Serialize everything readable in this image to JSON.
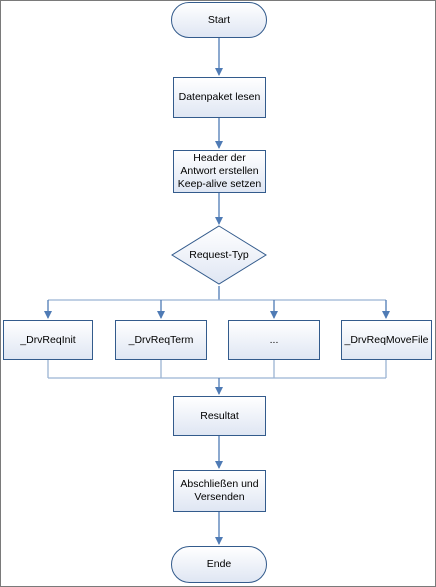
{
  "nodes": {
    "start": "Start",
    "read_packet": "Datenpaket lesen",
    "create_header": "Header der\nAntwort erstellen\nKeep-alive setzen",
    "request_type": "Request-Typ",
    "drv_req_init": "_DrvReqInit",
    "drv_req_term": "_DrvReqTerm",
    "ellipsis": "...",
    "drv_req_move_file": "_DrvReqMoveFile",
    "result": "Resultat",
    "finish_send": "Abschließen und\nVersenden",
    "end": "Ende"
  },
  "colors": {
    "node_border": "#335b8c",
    "node_fill_top": "#ffffff",
    "node_fill_bottom": "#dfe6f3",
    "connector": "#4f7bb5",
    "connector_light": "#9bb3d3",
    "frame": "#7a7a7a"
  }
}
